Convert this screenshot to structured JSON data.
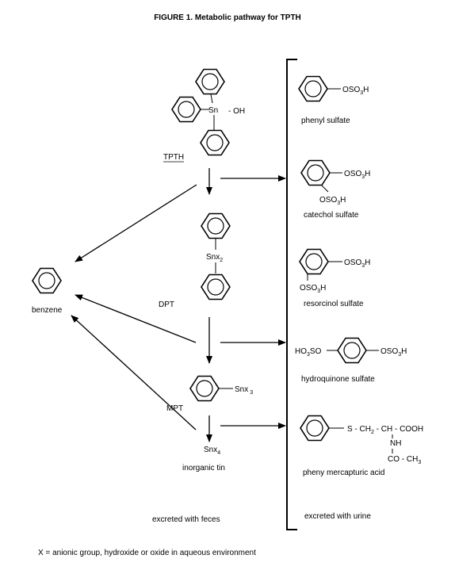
{
  "figure": {
    "title": "FIGURE 1.  Metabolic pathway for TPTH",
    "footnote": "X = anionic group, hydroxide or oxide in aqueous environment"
  },
  "left": {
    "tpth": {
      "label": "TPTH",
      "sn": "Sn",
      "oh": "- OH"
    },
    "dpt": {
      "label": "DPT",
      "snx": "Snx",
      "sub": "2"
    },
    "mpt": {
      "label": "MPT",
      "snx": "Snx",
      "sub": "3"
    },
    "inorganic": {
      "snx": "Snx",
      "sub": "4",
      "label": "inorganic tin"
    },
    "benzene": "benzene",
    "feces_note": "excreted with feces"
  },
  "right": {
    "phenyl_sulfate": {
      "group": "OSO",
      "sub": "3",
      "h": "H",
      "label": "phenyl sulfate"
    },
    "catechol_sulfate": {
      "group": "OSO",
      "sub": "3",
      "h": "H",
      "label": "catechol sulfate"
    },
    "resorcinol_sulfate": {
      "group": "OSO",
      "sub": "3",
      "h": "H",
      "label": "resorcinol sulfate"
    },
    "hydroquinone_sulfate": {
      "left_group": "HO",
      "left_mid": "SO",
      "right_group": "OSO",
      "sub": "3",
      "h": "H",
      "label": "hydroquinone sulfate"
    },
    "mercapturic": {
      "chain_a": "S - CH",
      "chain_sub": "2",
      "chain_b": " - CH - COOH",
      "nh": "NH",
      "co": "CO - CH",
      "co_sub": "3",
      "label": "pheny mercapturic acid"
    },
    "urine_note": "excreted  with urine"
  }
}
